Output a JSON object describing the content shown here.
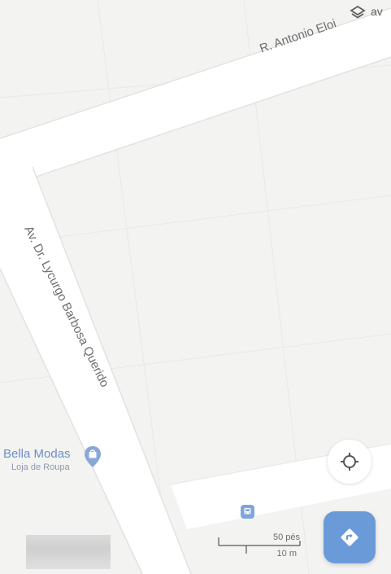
{
  "map": {
    "streets": [
      {
        "label": "R. Antonio Eloi"
      },
      {
        "label": "Av. Dr. Lycurgo Barbosa Querido"
      }
    ],
    "layers": {
      "label": "av",
      "icon": "layers-icon"
    },
    "poi": {
      "name": "Bella Modas",
      "type": "Loja de Roupa",
      "icon": "shopping-bag-pin-icon",
      "color": "#6d8fc7"
    },
    "controls": {
      "locate_icon": "crosshair-icon",
      "directions_icon": "directions-arrow-icon",
      "directions_color": "#6b9ad8"
    },
    "transit": {
      "icon": "bus-stop-icon",
      "color": "#7fa6dc"
    },
    "scale": {
      "imperial": "50 pés",
      "metric": "10 m"
    }
  }
}
